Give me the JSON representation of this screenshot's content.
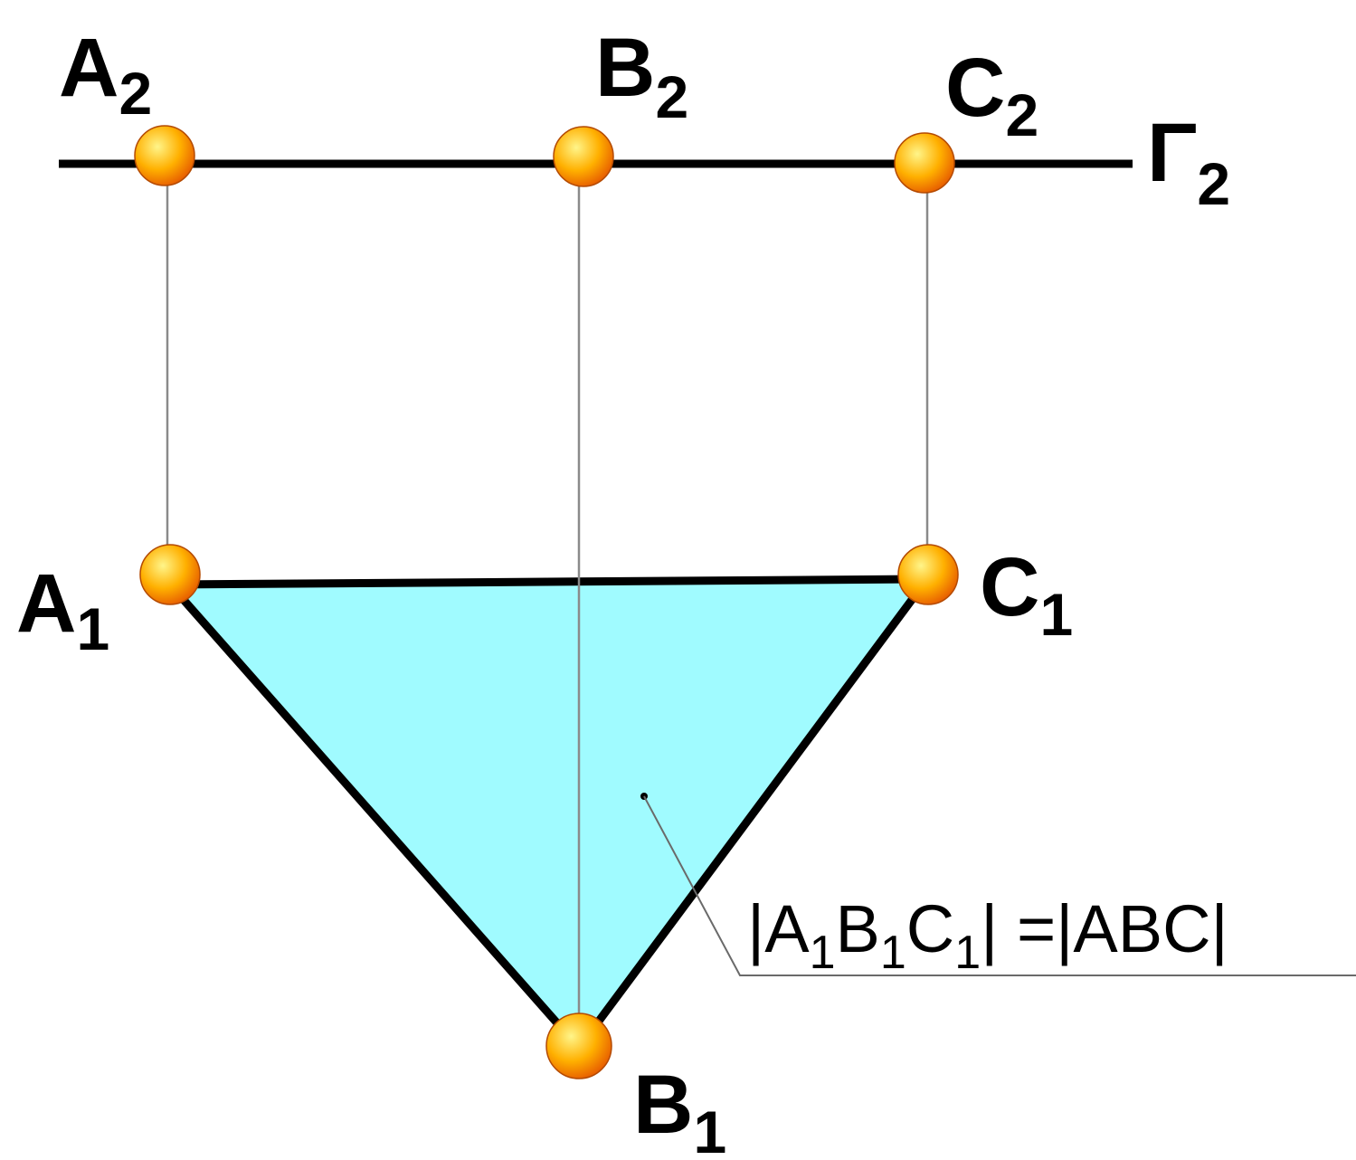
{
  "colors": {
    "triangle_fill": "#a0fbff",
    "stroke": "#000000",
    "link_line": "#8a8a8a",
    "point_light": "#fff58a",
    "point_mid": "#ffb000",
    "point_dark": "#e65a00"
  },
  "labels": {
    "A2": {
      "main": "A",
      "sub": "2"
    },
    "B2": {
      "main": "B",
      "sub": "2"
    },
    "C2": {
      "main": "C",
      "sub": "2"
    },
    "G2": {
      "main": "Γ",
      "sub": "2"
    },
    "A1": {
      "main": "A",
      "sub": "1"
    },
    "B1": {
      "main": "B",
      "sub": "1"
    },
    "C1": {
      "main": "C",
      "sub": "1"
    }
  },
  "formula": {
    "open_bar": "|",
    "a": "A",
    "a_sub": "1",
    "b": "B",
    "b_sub": "1",
    "c": "C",
    "c_sub": "1",
    "rest": "| =|ABC|"
  }
}
